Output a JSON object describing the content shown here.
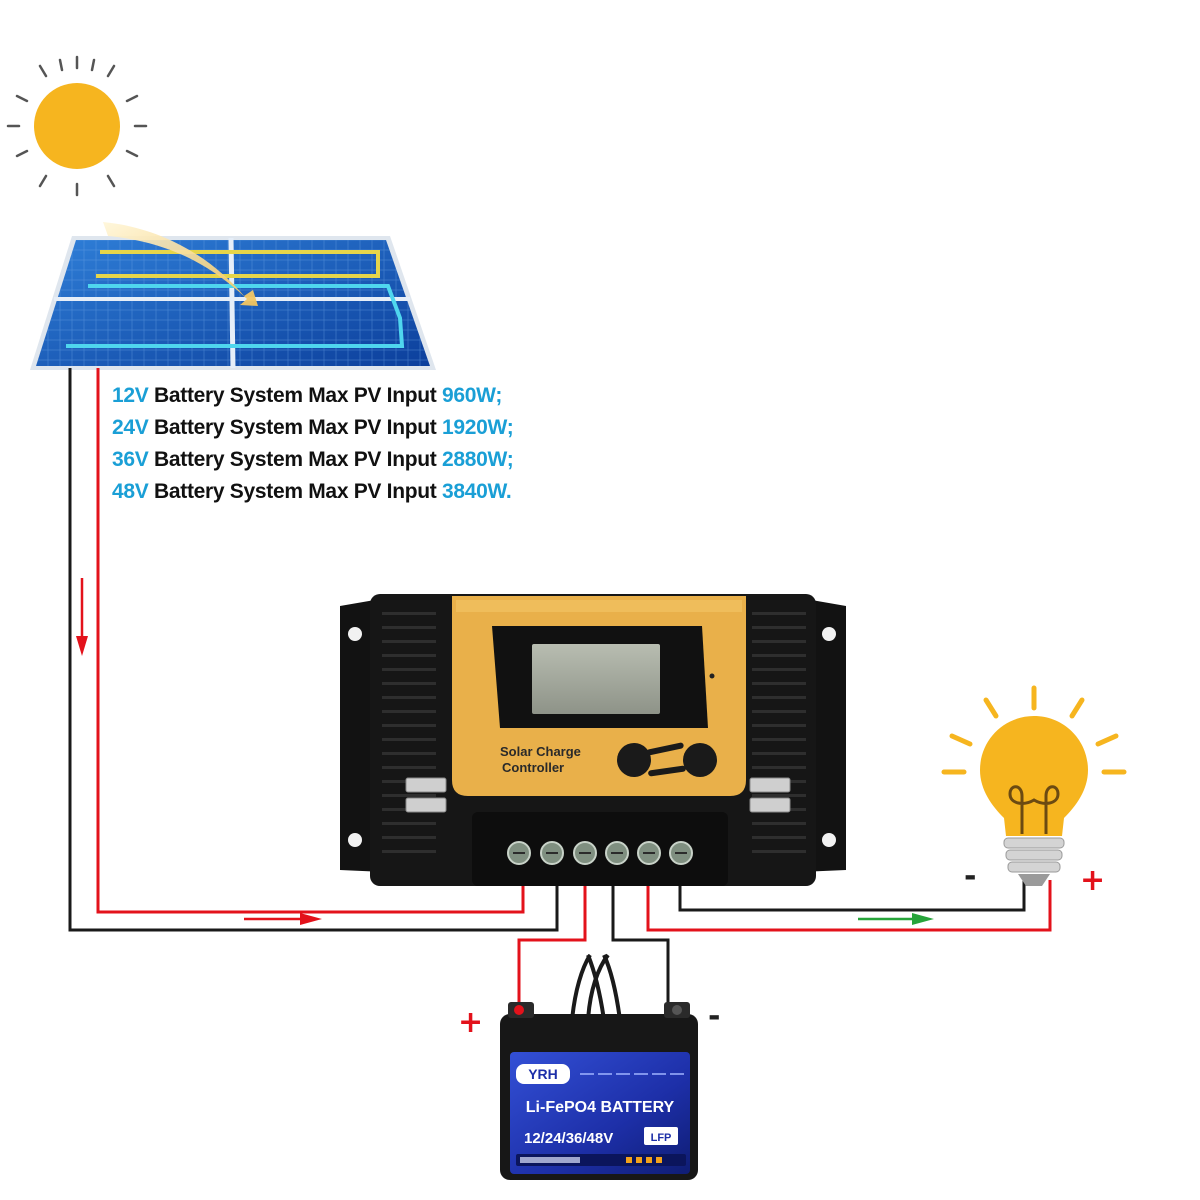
{
  "specs": [
    {
      "voltage": "12V",
      "text": " Battery System Max PV Input ",
      "power": "960W",
      "end": ";"
    },
    {
      "voltage": "24V",
      "text": " Battery System Max PV Input ",
      "power": "1920W",
      "end": ";"
    },
    {
      "voltage": "36V",
      "text": " Battery System Max PV Input ",
      "power": "2880W",
      "end": ";"
    },
    {
      "voltage": "48V",
      "text": " Battery System Max PV Input ",
      "power": "3840W",
      "end": "."
    }
  ],
  "controller": {
    "label_line1": "Solar Charge",
    "label_line2": "Controller"
  },
  "battery": {
    "brand": "YRH",
    "model": "Li-FePO4 BATTERY",
    "voltages": "12/24/36/48V",
    "badge": "LFP"
  },
  "polarity": {
    "battery_plus": "+",
    "battery_minus": "-",
    "load_plus": "+",
    "load_minus": "-"
  },
  "colors": {
    "positive_wire": "#e3121b",
    "negative_wire": "#1a1a1a",
    "highlight_text": "#1a9fd6",
    "controller_face": "#e9b04a",
    "sun": "#f6b51f",
    "bulb": "#f6b51f",
    "battery_label": "#1f3bbf"
  },
  "icons": [
    "sun-icon",
    "solar-panel-icon",
    "charge-controller-icon",
    "light-bulb-icon",
    "battery-icon",
    "flow-arrow-icon"
  ]
}
